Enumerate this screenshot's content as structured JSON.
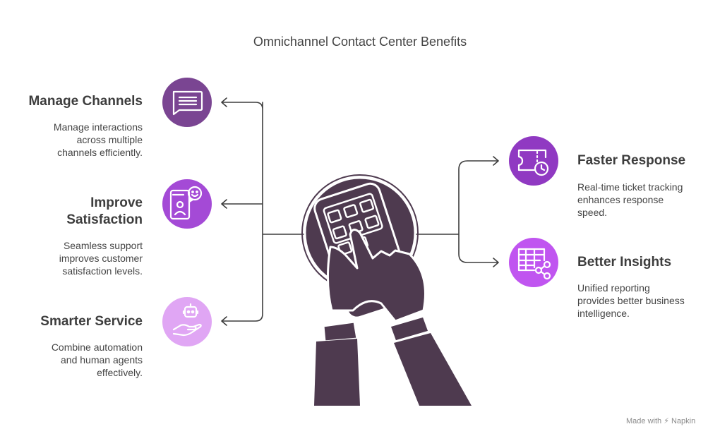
{
  "title": "Omnichannel Contact Center Benefits",
  "left": [
    {
      "heading": "Manage Channels",
      "desc": [
        "Manage interactions",
        "across multiple",
        "channels efficiently."
      ],
      "color": "#7a4592",
      "icon": "chat-bubble-icon"
    },
    {
      "heading": [
        "Improve",
        "Satisfaction"
      ],
      "desc": [
        "Seamless support",
        "improves customer",
        "satisfaction levels."
      ],
      "color": "#a44ad6",
      "icon": "smiley-user-icon"
    },
    {
      "heading": "Smarter Service",
      "desc": [
        "Combine automation",
        "and human agents",
        "effectively."
      ],
      "color": "#e0a6f4",
      "icon": "robot-hand-icon"
    }
  ],
  "right": [
    {
      "heading": "Faster Response",
      "desc": [
        "Real-time ticket tracking",
        "enhances response",
        "speed."
      ],
      "color": "#9039c2",
      "icon": "ticket-clock-icon"
    },
    {
      "heading": "Better Insights",
      "desc": [
        "Unified reporting",
        "provides better business",
        "intelligence."
      ],
      "color": "#c055f0",
      "icon": "table-share-icon"
    }
  ],
  "center": {
    "icon": "hand-phone-icon",
    "color": "#4e3a4f"
  },
  "footer": "Made with ⚡ Napkin"
}
